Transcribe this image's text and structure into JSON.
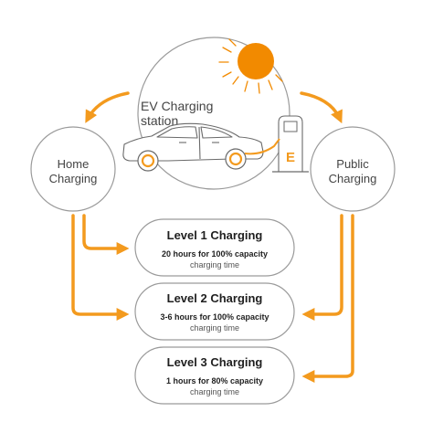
{
  "colors": {
    "accent": "#F39A1E",
    "sun": "#F28A00",
    "outline": "#9a9a9a",
    "text": "#2b2b2b"
  },
  "station": {
    "line1": "EV Charging",
    "line2": "station",
    "charger_label": "E",
    "icons": [
      "sun-icon",
      "car-icon",
      "charger-icon"
    ]
  },
  "home": {
    "line1": "Home",
    "line2": "Charging"
  },
  "public": {
    "line1": "Public",
    "line2": "Charging"
  },
  "levels": [
    {
      "title": "Level 1 Charging",
      "detail": "20 hours for 100% capacity",
      "sub": "charging time"
    },
    {
      "title": "Level 2 Charging",
      "detail": "3-6 hours for 100% capacity",
      "sub": "charging time"
    },
    {
      "title": "Level 3 Charging",
      "detail": "1 hours for 80% capacity",
      "sub": "charging time"
    }
  ]
}
